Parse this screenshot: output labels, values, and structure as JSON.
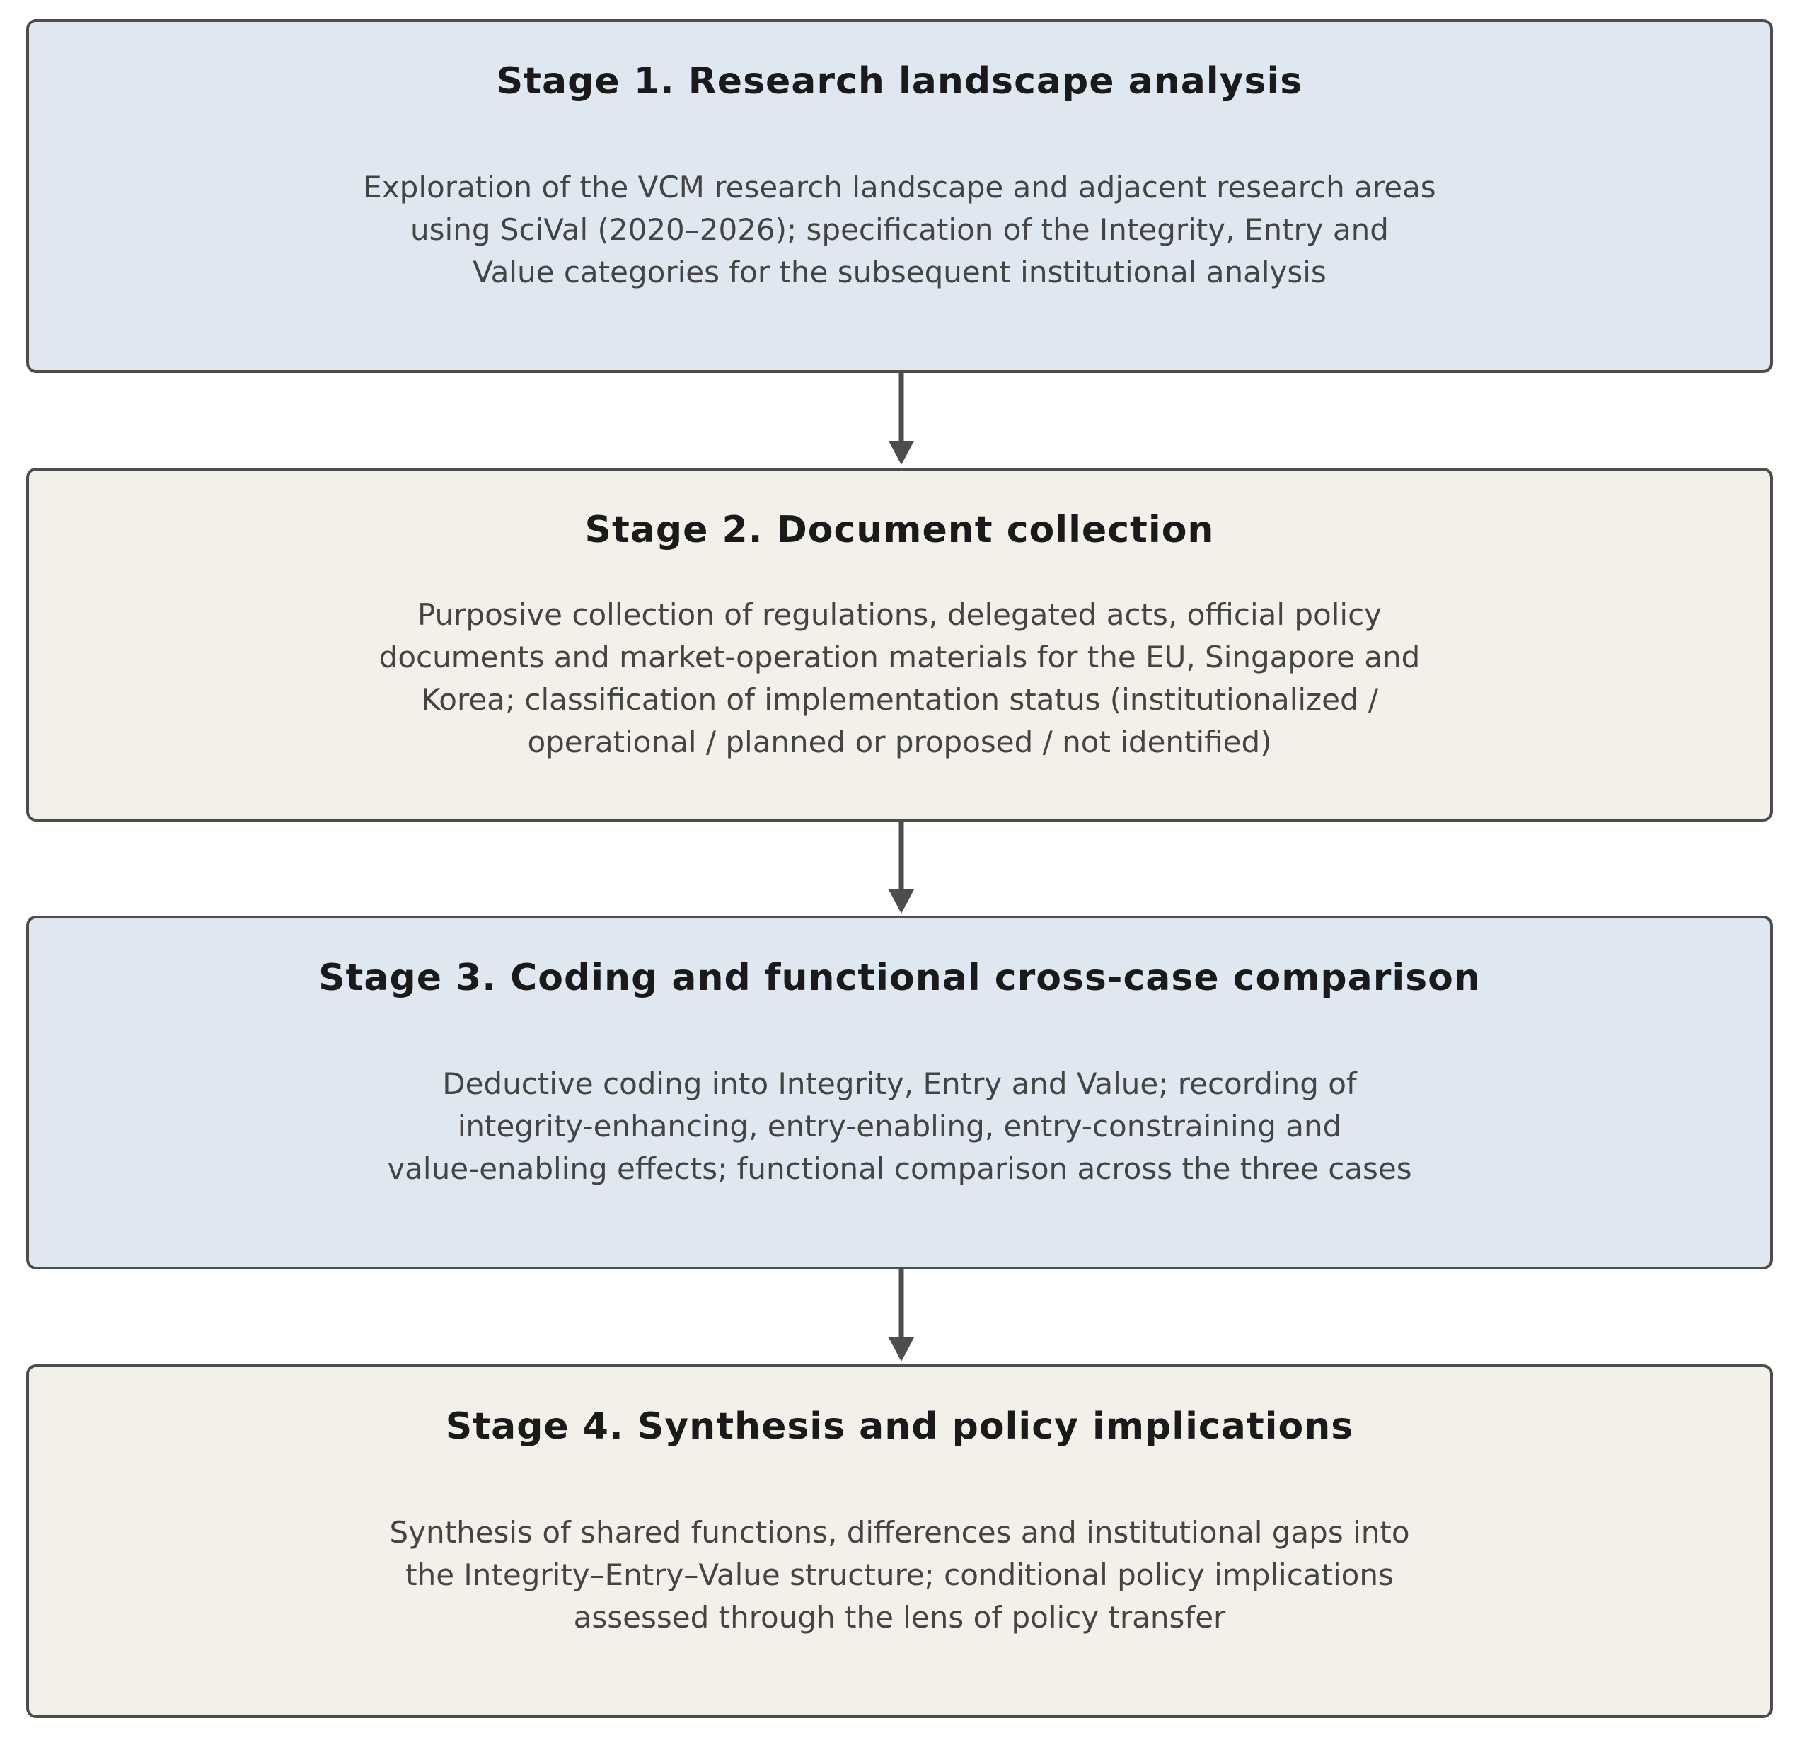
{
  "stages": [
    {
      "title": "Stage 1. Research landscape analysis",
      "lines": [
        "Exploration of the VCM research landscape and adjacent research areas",
        "using SciVal (2020–2026); specification of the Integrity, Entry and",
        "Value categories for the subsequent institutional analysis"
      ],
      "color": "#dfe7f1"
    },
    {
      "title": "Stage 2. Document collection",
      "lines": [
        "Purposive collection of regulations, delegated acts, official policy",
        "documents and market-operation materials for the EU, Singapore and",
        "Korea; classification of implementation status (institutionalized /",
        "operational / planned or proposed / not identified)"
      ],
      "color": "#f2f0e8"
    },
    {
      "title": "Stage 3. Coding and functional cross-case comparison",
      "lines": [
        "Deductive coding into Integrity, Entry and Value; recording of",
        "integrity-enhancing, entry-enabling, entry-constraining and",
        "value-enabling effects; functional comparison across the three cases"
      ],
      "color": "#dfe7f1"
    },
    {
      "title": "Stage 4. Synthesis and policy implications",
      "lines": [
        "Synthesis of shared functions, differences and institutional gaps into",
        "the Integrity–Entry–Value structure; conditional policy implications",
        "assessed through the lens of policy transfer"
      ],
      "color": "#f2f0e8"
    }
  ],
  "colors": {
    "border": "#4d4d4d",
    "arrow": "#4d4d4d",
    "title_text": "#1a1a1a",
    "body_text": "#444444"
  }
}
